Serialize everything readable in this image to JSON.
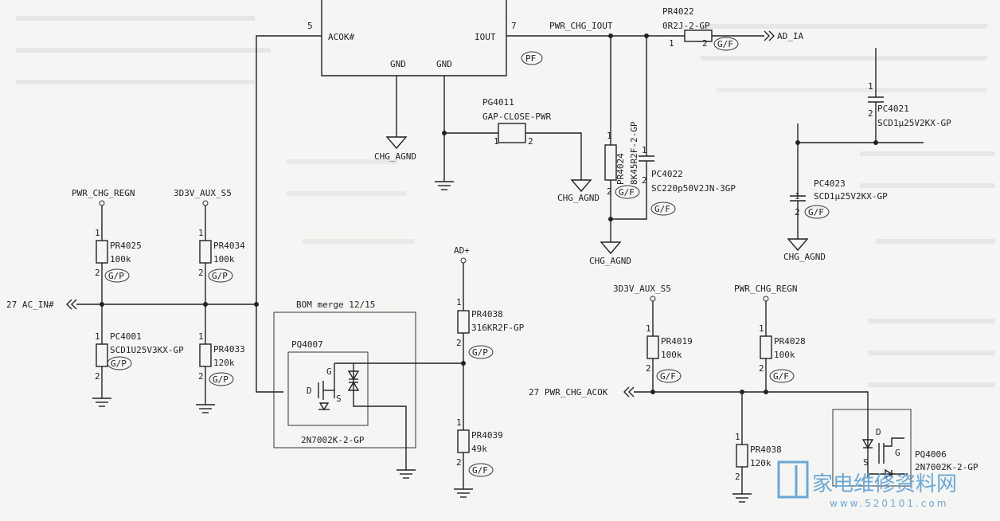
{
  "ic": {
    "pin5": "5",
    "acok": "ACOK#",
    "iout": "IOUT",
    "pin7": "7",
    "gnd1": "GND",
    "gnd2": "GND",
    "pf": "PF"
  },
  "nets": {
    "pwr_chg_iout": "PWR_CHG_IOUT",
    "ad_ia": "AD_IA",
    "pwr_chg_regn_a": "PWR_CHG_REGN",
    "v3d3_a": "3D3V_AUX_S5",
    "ac_in": "27 AC_IN#",
    "ad_plus": "AD+",
    "v3d3_b": "3D3V_AUX_S5",
    "pwr_chg_regn_b": "PWR_CHG_REGN",
    "pwr_chg_acok": "27 PWR_CHG_ACOK",
    "chg_agnd_1": "CHG_AGND",
    "chg_agnd_2": "CHG_AGND",
    "chg_agnd_3": "CHG_AGND",
    "chg_agnd_4": "CHG_AGND"
  },
  "components": {
    "pr4022": {
      "ref": "PR4022",
      "value": "0R2J-2-GP",
      "p1": "1",
      "p2": "2",
      "tag": "G/F"
    },
    "pg4011": {
      "ref": "PG4011",
      "value": "GAP-CLOSE-PWR",
      "p1": "1",
      "p2": "2"
    },
    "pr4024": {
      "ref": "PR4024",
      "value": "8K45R2F-2-GP",
      "p1": "1",
      "p2": "2",
      "tag": "G/F"
    },
    "pc4022": {
      "ref": "PC4022",
      "value": "SC220p50V2JN-3GP",
      "p1": "1",
      "p2": "2",
      "tag": "G/F"
    },
    "pc4021": {
      "ref": "PC4021",
      "value": "SCD1μ25V2KX-GP",
      "p1": "1",
      "p2": "2"
    },
    "pc4023": {
      "ref": "PC4023",
      "value": "SCD1μ25V2KX-GP",
      "p1": "1",
      "p2": "2",
      "tag": "G/F"
    },
    "pr4025": {
      "ref": "PR4025",
      "value": "100k",
      "p1": "1",
      "p2": "2",
      "tag": "G/P"
    },
    "pr4034": {
      "ref": "PR4034",
      "value": "100k",
      "p1": "1",
      "p2": "2",
      "tag": "G/P"
    },
    "pc4001": {
      "ref": "PC4001",
      "value": "SCD1U25V3KX-GP",
      "p1": "1",
      "p2": "2",
      "tag": "G/P"
    },
    "pr4033": {
      "ref": "PR4033",
      "value": "120k",
      "p1": "1",
      "p2": "2",
      "tag": "G/P"
    },
    "bom": {
      "label": "BOM merge 12/15"
    },
    "pq4007": {
      "ref": "PQ4007",
      "value": "2N7002K-2-GP",
      "g": "G",
      "d": "D",
      "s": "S"
    },
    "pr4038a": {
      "ref": "PR4038",
      "value": "316KR2F-GP",
      "p1": "1",
      "p2": "2",
      "tag": "G/P"
    },
    "pr4039": {
      "ref": "PR4039",
      "value": "49k",
      "p1": "1",
      "p2": "2",
      "tag": "G/F"
    },
    "pr4019": {
      "ref": "PR4019",
      "value": "100k",
      "p1": "1",
      "p2": "2",
      "tag": "G/F"
    },
    "pr4028": {
      "ref": "PR4028",
      "value": "100k",
      "p1": "1",
      "p2": "2",
      "tag": "G/F"
    },
    "pr4038b": {
      "ref": "PR4038",
      "value": "120k",
      "p1": "1",
      "p2": "2"
    },
    "pq4006": {
      "ref": "PQ4006",
      "value": "2N7002K-2-GP",
      "g": "G",
      "d": "D",
      "s": "S"
    }
  },
  "watermark": {
    "title": "家电维修资料网",
    "url": "www.520101.com"
  }
}
